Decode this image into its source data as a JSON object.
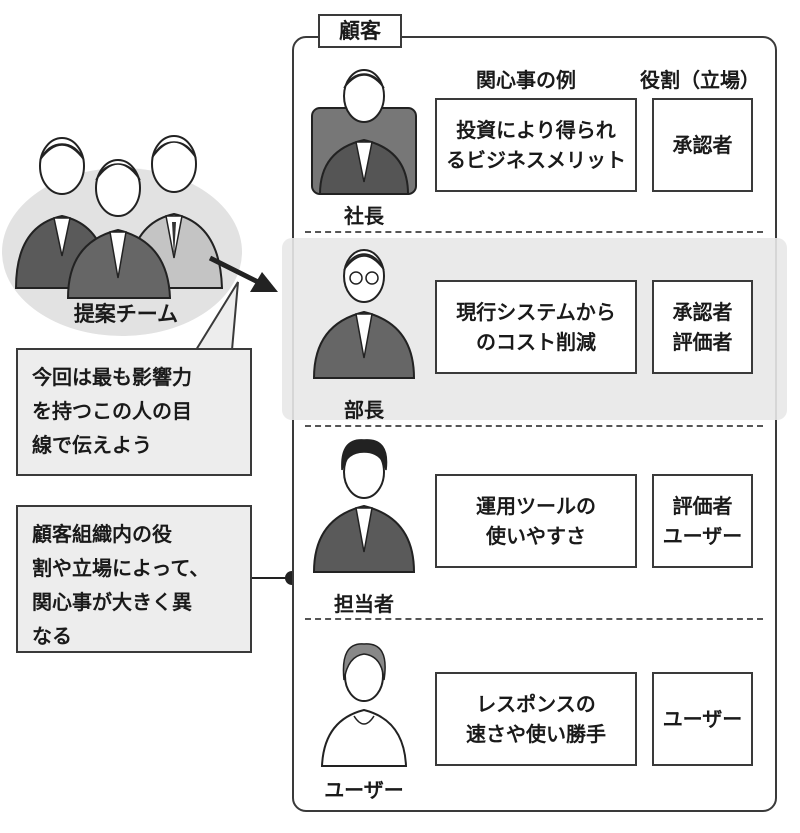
{
  "customer": {
    "title": "顧客",
    "column_interest": "関心事の例",
    "column_role": "役割（立場）",
    "rows": [
      {
        "person": "社長",
        "interest": "投資により得られ\nるビジネスメリット",
        "role": "承認者"
      },
      {
        "person": "部長",
        "interest": "現行システムから\nのコスト削減",
        "role": "承認者\n評価者"
      },
      {
        "person": "担当者",
        "interest": "運用ツールの\n使いやすさ",
        "role": "評価者\nユーザー"
      },
      {
        "person": "ユーザー",
        "interest": "レスポンスの\n速さや使い勝手",
        "role": "ユーザー"
      }
    ]
  },
  "team": {
    "label": "提案チーム"
  },
  "callouts": {
    "target": "今回は最も影響力\nを持つこの人の目\n線で伝えよう",
    "interest": "顧客組織内の役\n割や立場によって、\n関心事が大きく異\nなる"
  },
  "colors": {
    "line": "#3a3a3a",
    "highlight": "#e8e8e8",
    "callout": "#ededed",
    "suit": "#555555"
  }
}
